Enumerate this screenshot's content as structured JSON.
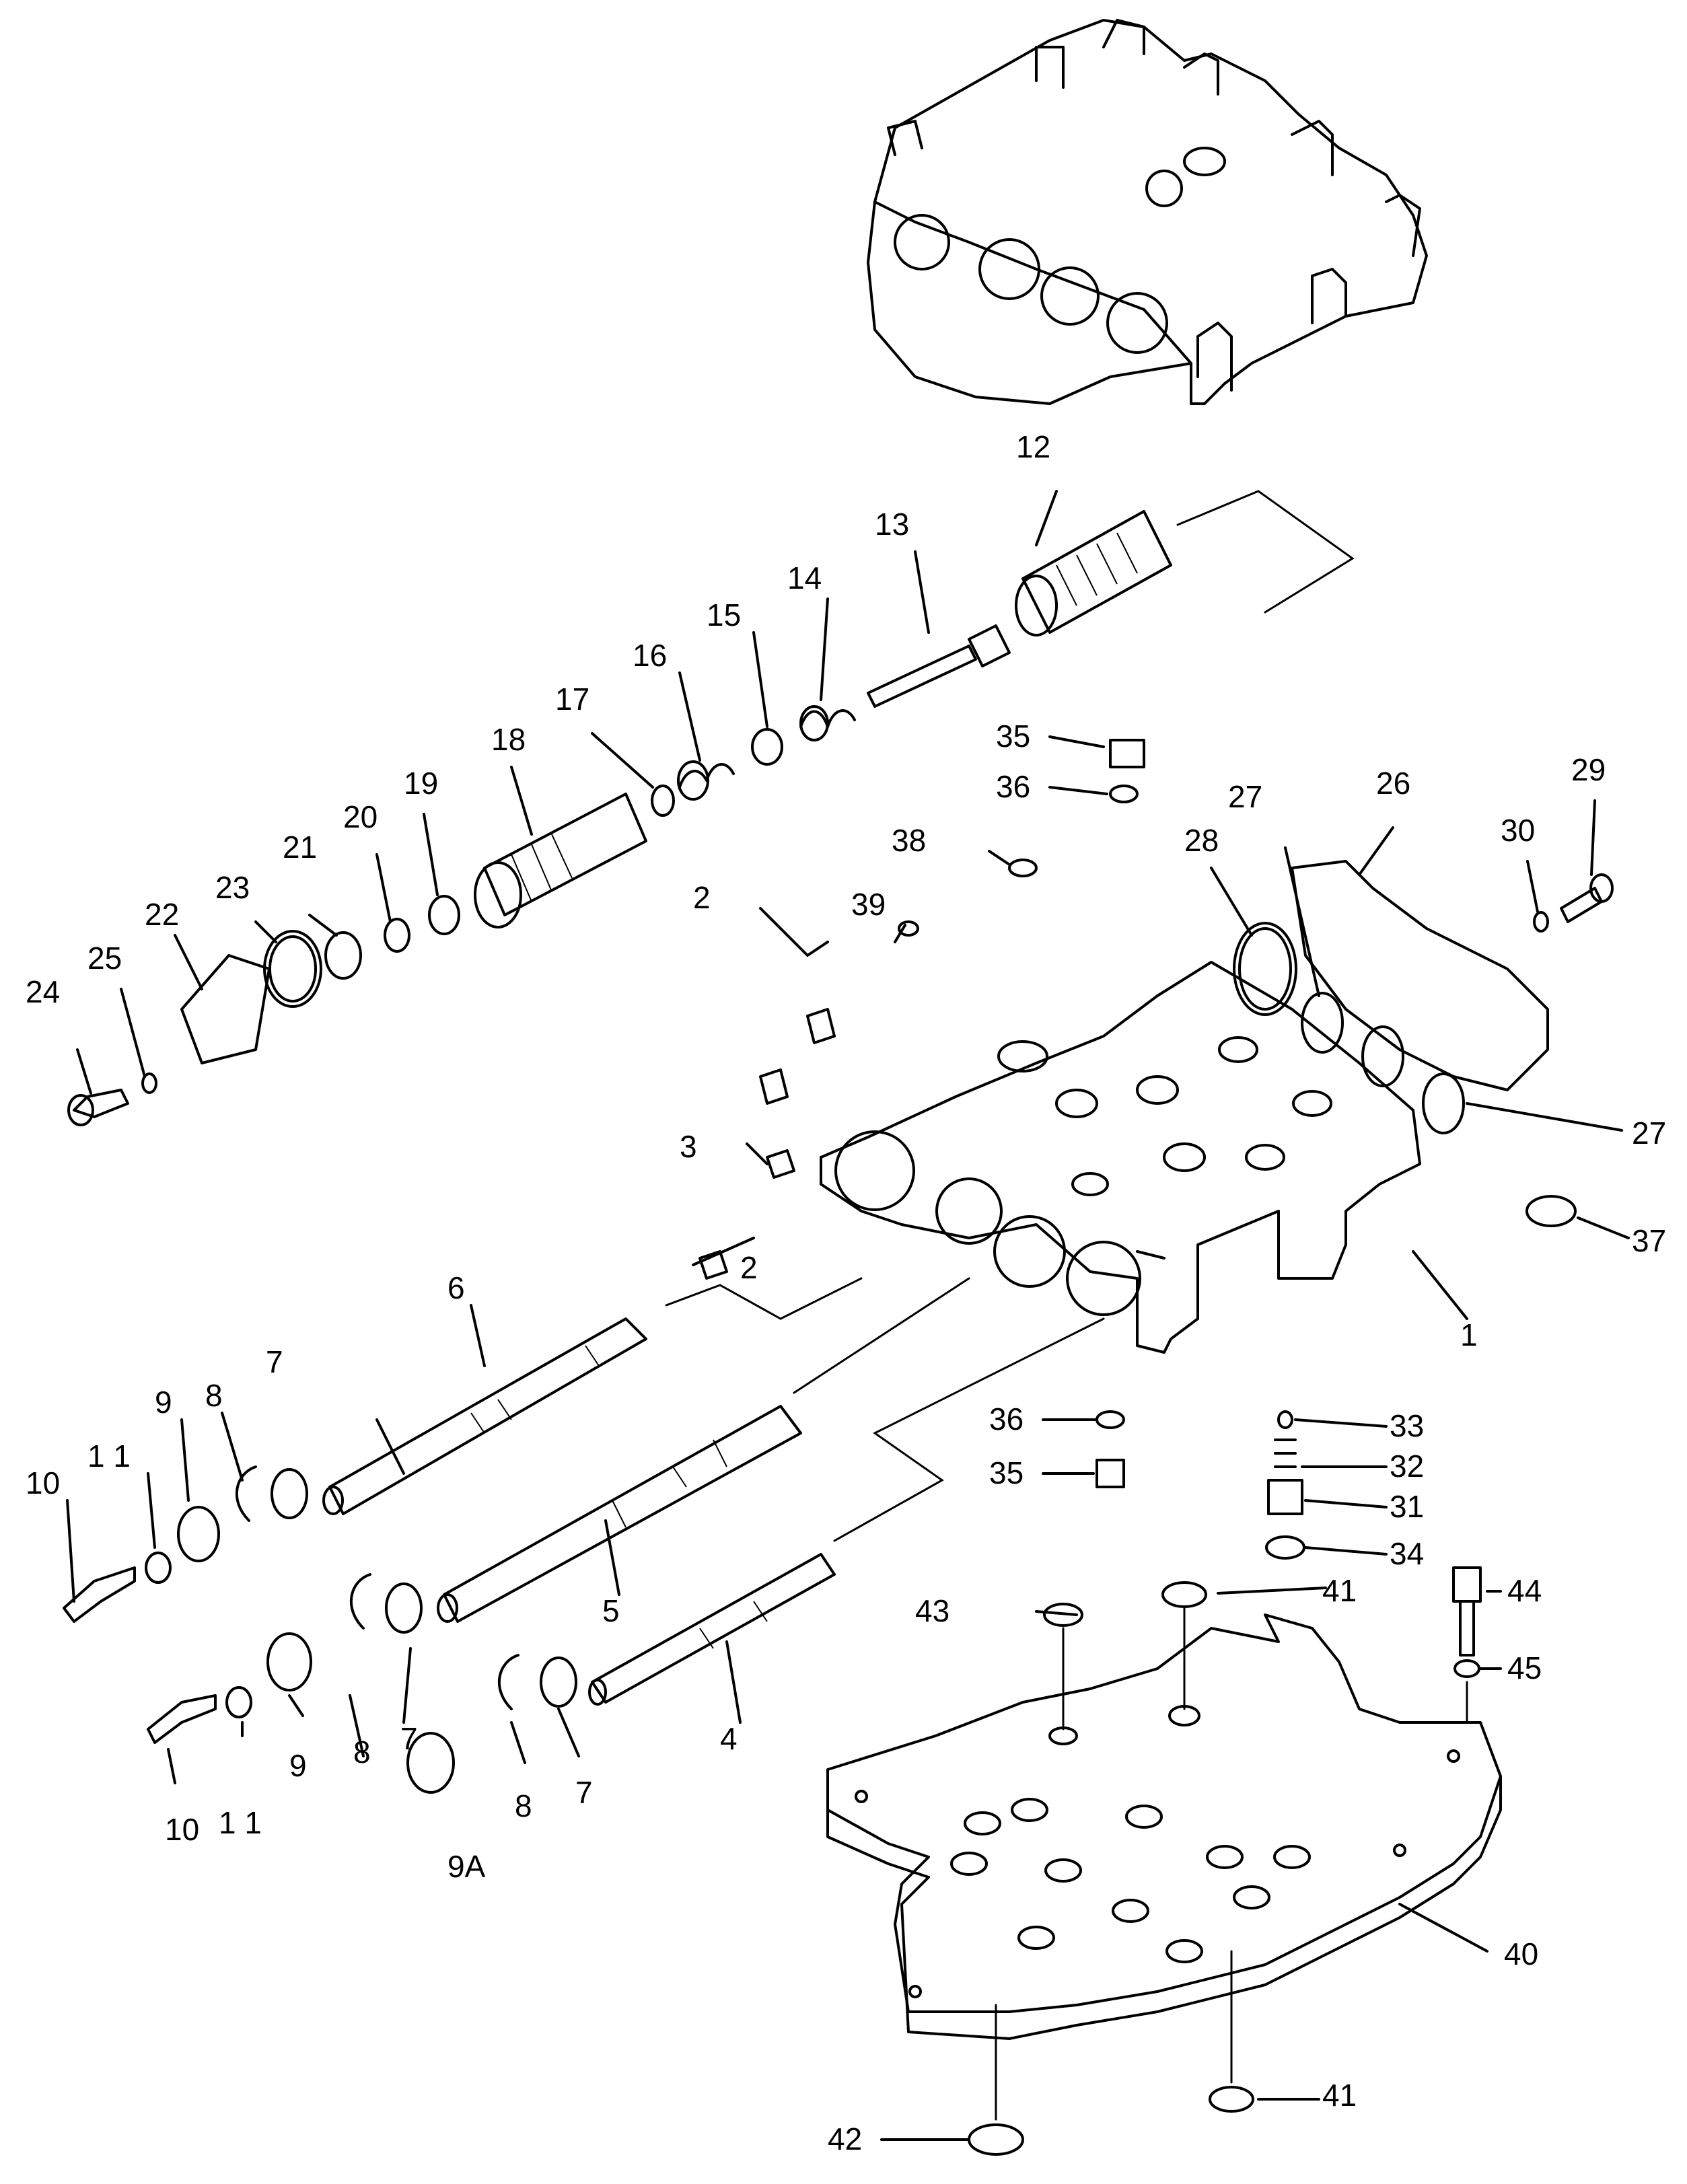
{
  "diagram": {
    "callouts": [
      {
        "id": "c1",
        "text": "1"
      },
      {
        "id": "c2a",
        "text": "2"
      },
      {
        "id": "c2b",
        "text": "2"
      },
      {
        "id": "c3",
        "text": "3"
      },
      {
        "id": "c4",
        "text": "4"
      },
      {
        "id": "c5",
        "text": "5"
      },
      {
        "id": "c6",
        "text": "6"
      },
      {
        "id": "c7a",
        "text": "7"
      },
      {
        "id": "c7b",
        "text": "7"
      },
      {
        "id": "c7c",
        "text": "7"
      },
      {
        "id": "c8a",
        "text": "8"
      },
      {
        "id": "c8b",
        "text": "8"
      },
      {
        "id": "c8c",
        "text": "8"
      },
      {
        "id": "c9a",
        "text": "9"
      },
      {
        "id": "c9b",
        "text": "9"
      },
      {
        "id": "c9A",
        "text": "9A"
      },
      {
        "id": "c10a",
        "text": "10"
      },
      {
        "id": "c10b",
        "text": "10"
      },
      {
        "id": "c11a",
        "text": "1 1"
      },
      {
        "id": "c11b",
        "text": "1 1"
      },
      {
        "id": "c12",
        "text": "12"
      },
      {
        "id": "c13",
        "text": "13"
      },
      {
        "id": "c14",
        "text": "14"
      },
      {
        "id": "c15",
        "text": "15"
      },
      {
        "id": "c16",
        "text": "16"
      },
      {
        "id": "c17",
        "text": "17"
      },
      {
        "id": "c18",
        "text": "18"
      },
      {
        "id": "c19",
        "text": "19"
      },
      {
        "id": "c20",
        "text": "20"
      },
      {
        "id": "c21",
        "text": "21"
      },
      {
        "id": "c22",
        "text": "22"
      },
      {
        "id": "c23",
        "text": "23"
      },
      {
        "id": "c24",
        "text": "24"
      },
      {
        "id": "c25",
        "text": "25"
      },
      {
        "id": "c26",
        "text": "26"
      },
      {
        "id": "c27a",
        "text": "27"
      },
      {
        "id": "c27b",
        "text": "27"
      },
      {
        "id": "c28",
        "text": "28"
      },
      {
        "id": "c29",
        "text": "29"
      },
      {
        "id": "c30",
        "text": "30"
      },
      {
        "id": "c31",
        "text": "31"
      },
      {
        "id": "c32",
        "text": "32"
      },
      {
        "id": "c33",
        "text": "33"
      },
      {
        "id": "c34",
        "text": "34"
      },
      {
        "id": "c35a",
        "text": "35"
      },
      {
        "id": "c35b",
        "text": "35"
      },
      {
        "id": "c36a",
        "text": "36"
      },
      {
        "id": "c36b",
        "text": "36"
      },
      {
        "id": "c37",
        "text": "37"
      },
      {
        "id": "c38",
        "text": "38"
      },
      {
        "id": "c39",
        "text": "39"
      },
      {
        "id": "c40",
        "text": "40"
      },
      {
        "id": "c41a",
        "text": "41"
      },
      {
        "id": "c41b",
        "text": "41"
      },
      {
        "id": "c42",
        "text": "42"
      },
      {
        "id": "c43",
        "text": "43"
      },
      {
        "id": "c44",
        "text": "44"
      },
      {
        "id": "c45",
        "text": "45"
      }
    ]
  }
}
